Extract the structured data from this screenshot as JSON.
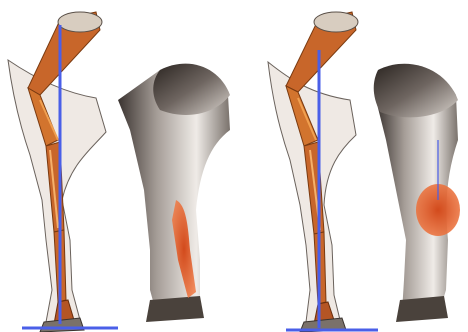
{
  "image": {
    "subject": "equine-forelimb-conformation-comparison",
    "panels": [
      {
        "id": "left-pair",
        "plumb-line": "vertical",
        "highlight": "rear-cannon"
      },
      {
        "id": "right-pair",
        "plumb-line": "vertical",
        "highlight": "knee-area"
      }
    ],
    "colors": {
      "bone": "#c8662a",
      "bone-light": "#f0a050",
      "highlight": "#e8602a",
      "plumb-line": "#4a5fe8",
      "skin-dark": "#2a2420",
      "skin-mid": "#8c8480",
      "skin-light": "#ece8e4",
      "background": "#ffffff"
    }
  }
}
